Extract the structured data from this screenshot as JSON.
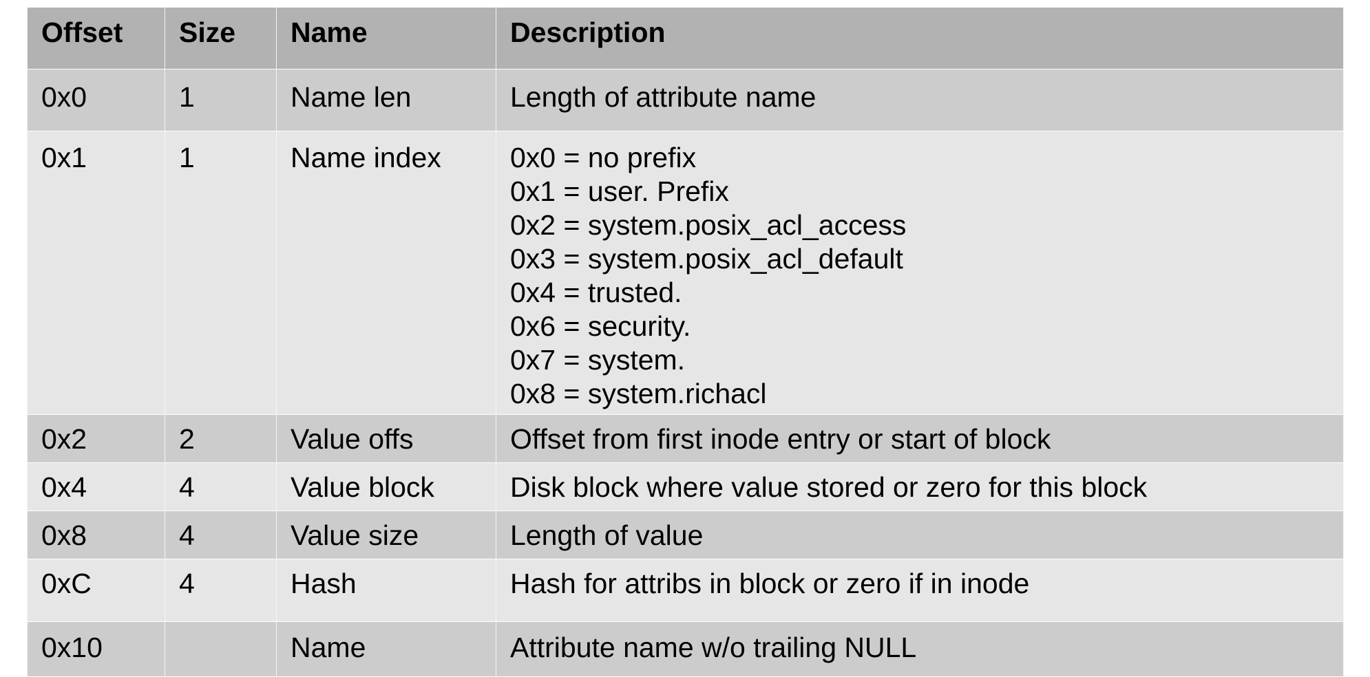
{
  "table": {
    "headers": {
      "offset": "Offset",
      "size": "Size",
      "name": "Name",
      "description": "Description"
    },
    "rows": [
      {
        "offset": "0x0",
        "size": "1",
        "name": "Name len",
        "description": [
          "Length of attribute name"
        ]
      },
      {
        "offset": "0x1",
        "size": "1",
        "name": "Name index",
        "description": [
          "0x0 = no prefix",
          "0x1 = user. Prefix",
          "0x2 = system.posix_acl_access",
          "0x3 = system.posix_acl_default",
          "0x4 = trusted.",
          "0x6 = security.",
          "0x7 = system.",
          "0x8 = system.richacl"
        ]
      },
      {
        "offset": "0x2",
        "size": "2",
        "name": "Value offs",
        "description": [
          "Offset from first inode entry or start of block"
        ]
      },
      {
        "offset": "0x4",
        "size": "4",
        "name": "Value block",
        "description": [
          "Disk block where value stored or zero for this block"
        ]
      },
      {
        "offset": "0x8",
        "size": "4",
        "name": "Value size",
        "description": [
          "Length of value"
        ]
      },
      {
        "offset": "0xC",
        "size": "4",
        "name": "Hash",
        "description": [
          "Hash for attribs in block or zero if in inode"
        ]
      },
      {
        "offset": "0x10",
        "size": "",
        "name": "Name",
        "description": [
          "Attribute name w/o trailing NULL"
        ]
      }
    ]
  }
}
